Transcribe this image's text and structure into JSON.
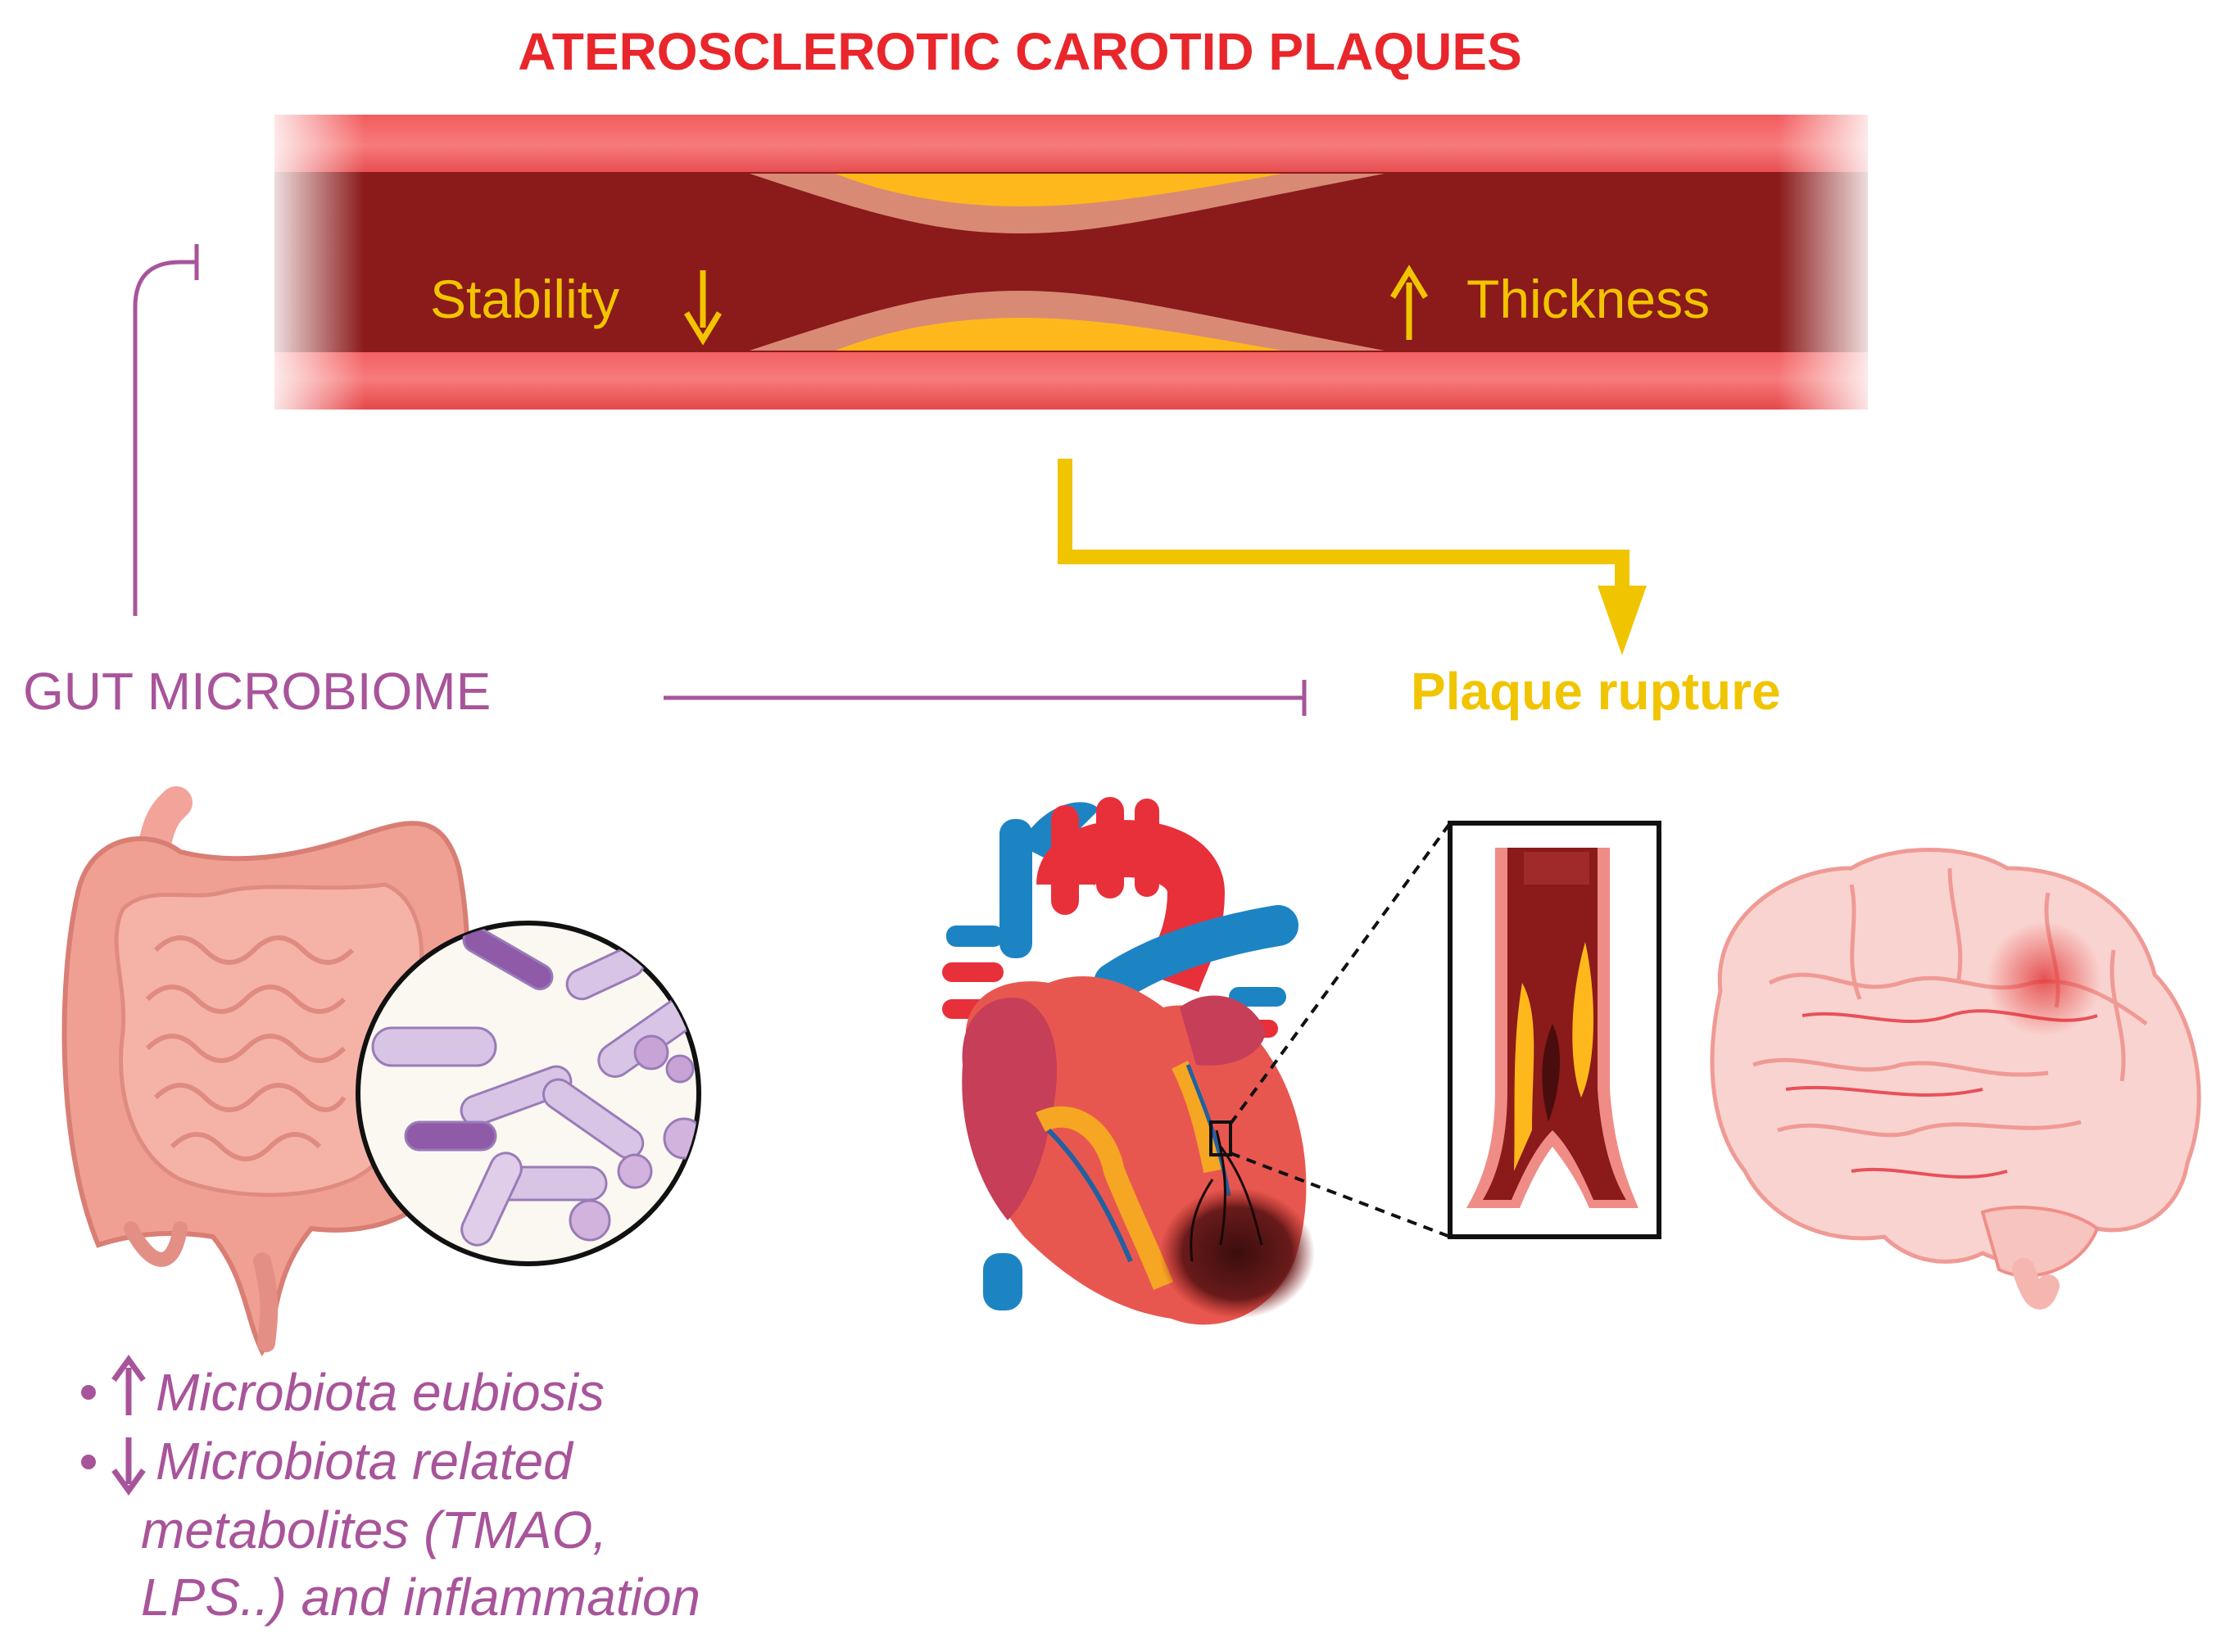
{
  "title": "ATEROSCLEROTIC CAROTID PLAQUES",
  "artery": {
    "stability_label": "Stability",
    "thickness_label": "Thickness"
  },
  "gut_label": "GUT MICROBIOME",
  "rupture_label": "Plaque rupture",
  "bullets": {
    "line1": "Microbiota eubiosis",
    "line2": "Microbiota related",
    "line3": "metabolites (TMAO,",
    "line4": "LPS..) and inflammation"
  },
  "colors": {
    "title_red": "#e8262b",
    "purple": "#a8549a",
    "yellow": "#f1c400",
    "artery_wall": "#f4686a",
    "lumen": "#8b1a1a",
    "plaque": "#ffb81c"
  }
}
